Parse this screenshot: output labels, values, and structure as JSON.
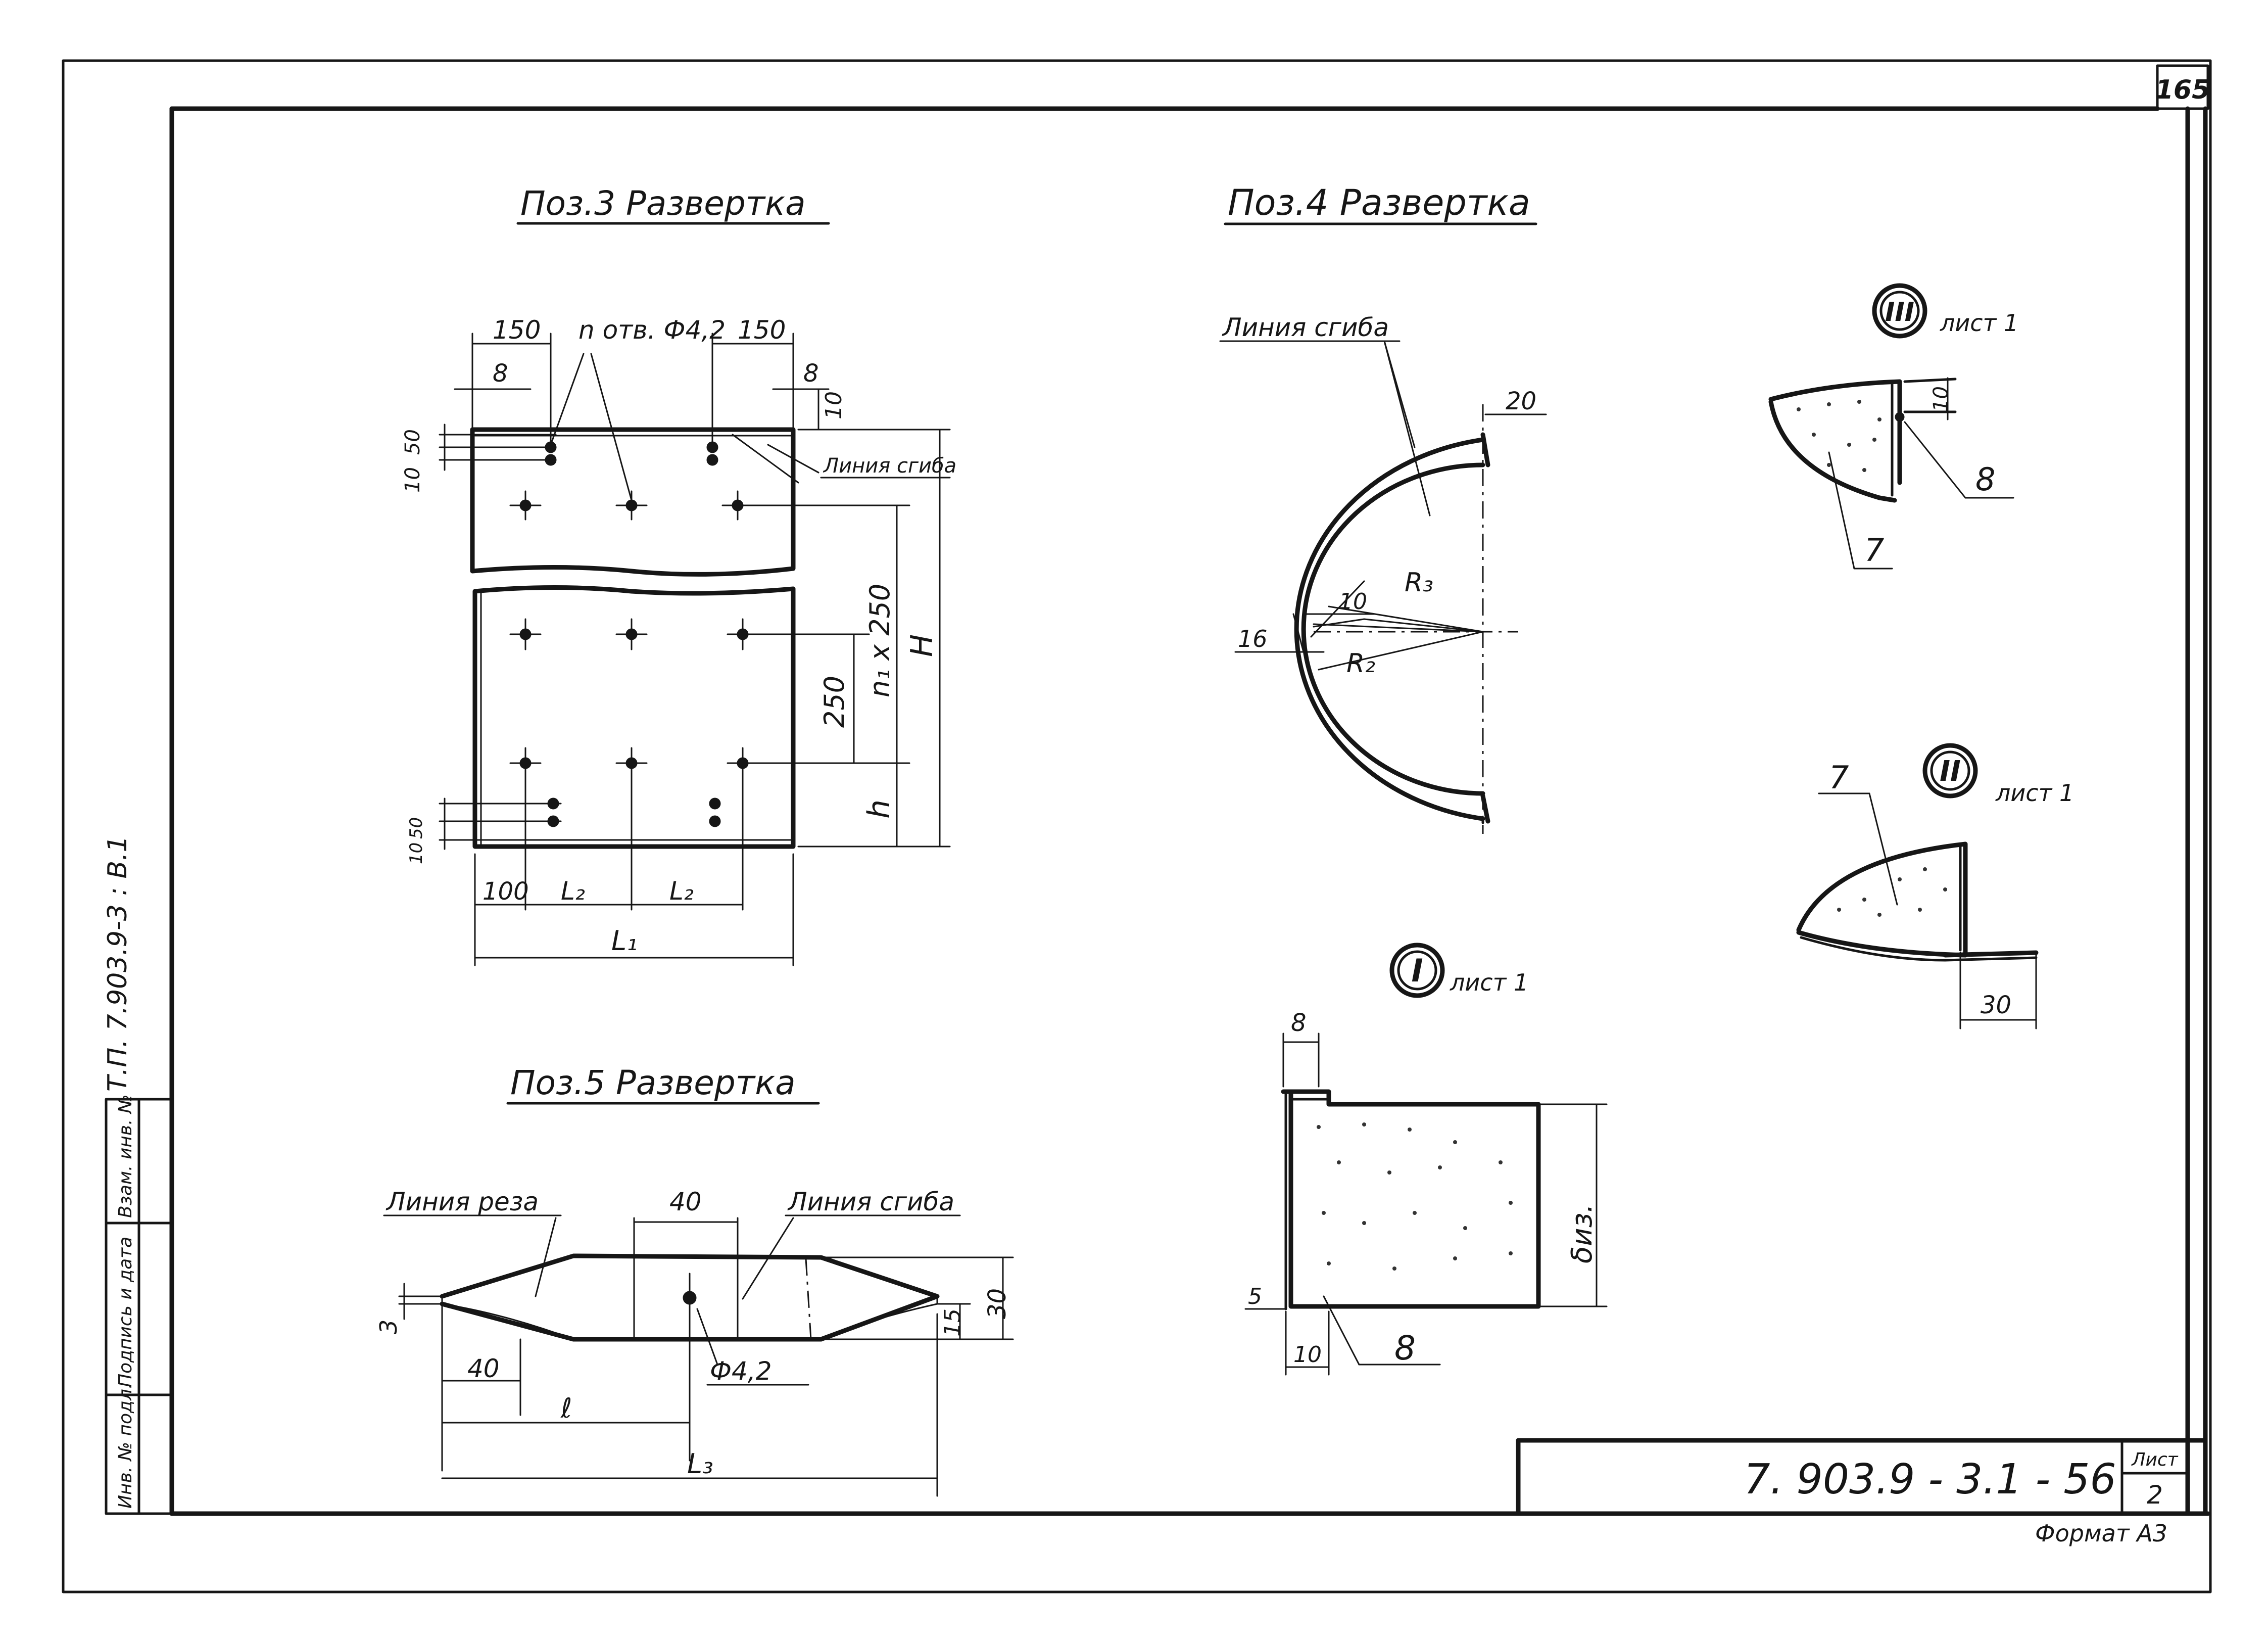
{
  "sheet": {
    "page_number": "165",
    "doc_code": "7. 903.9 - 3.1 - 56",
    "sheet_label": "Лист",
    "sheet_number": "2",
    "format": "Формат А3",
    "side_code": "Т.П. 7.903.9-3 : В.1",
    "side_cells": [
      "Инв. № подл.",
      "Подпись и дата",
      "Взам. инв. №"
    ]
  },
  "pos3": {
    "title": "Поз.3 Развертка",
    "holes_label": "n отв. Ф4,2",
    "dims": [
      "150",
      "150",
      "8",
      "8",
      "10",
      "50",
      "10",
      "250",
      "n₁ x 250",
      "H",
      "h",
      "50",
      "10",
      "100",
      "L₂",
      "L₂",
      "L₁"
    ],
    "bend_label": "Линия сгиба"
  },
  "pos4": {
    "title": "Поз.4 Развертка",
    "bend_label": "Линия сгиба",
    "dims": [
      "20",
      "10",
      "R₃",
      "16",
      "R₂"
    ]
  },
  "pos5": {
    "title": "Поз.5 Развертка",
    "cut_label": "Линия реза",
    "bend_label": "Линия сгиба",
    "dims": [
      "40",
      "3",
      "40",
      "ℓ",
      "L₃",
      "Ф4,2",
      "15",
      "30"
    ]
  },
  "details": {
    "I": {
      "mark": "I",
      "sheet": "лист 1",
      "dims": [
        "8",
        "5",
        "10",
        "δиз."
      ],
      "callout": "8"
    },
    "II": {
      "mark": "II",
      "sheet": "лист 1",
      "callout": "7",
      "dims": [
        "30"
      ]
    },
    "III": {
      "mark": "III",
      "sheet": "лист 1",
      "callouts": [
        "8",
        "7"
      ],
      "dims": [
        "10"
      ]
    }
  }
}
